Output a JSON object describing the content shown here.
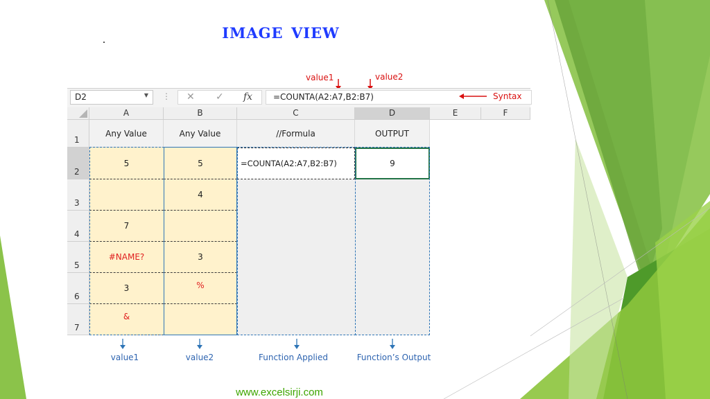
{
  "slide": {
    "title": "Image View",
    "website": "www.excelsirji.com"
  },
  "annotations": {
    "value1_top": "value1",
    "value2_top": "value2",
    "syntax": "Syntax",
    "bottom_labels": [
      "value1",
      "value2",
      "Function Applied",
      "Function’s Output"
    ]
  },
  "formula_bar": {
    "name_box": "D2",
    "fx": "fx",
    "formula": "=COUNTA(A2:A7,B2:B7)"
  },
  "sheet": {
    "columns": [
      "A",
      "B",
      "C",
      "D",
      "E",
      "F"
    ],
    "row_numbers": [
      "1",
      "2",
      "3",
      "4",
      "5",
      "6",
      "7"
    ],
    "headers": [
      "Any Value",
      "Any Value",
      "//Formula",
      "OUTPUT"
    ],
    "rows": [
      {
        "a": "5",
        "b": "5",
        "c": "=COUNTA(A2:A7,B2:B7)",
        "d": "9"
      },
      {
        "a": "",
        "b": "4",
        "c": "",
        "d": ""
      },
      {
        "a": "7",
        "b": "",
        "c": "",
        "d": ""
      },
      {
        "a": "#NAME?",
        "b": "3",
        "c": "",
        "d": ""
      },
      {
        "a": "3",
        "b": "%",
        "c": "",
        "d": ""
      },
      {
        "a": "&",
        "b": "",
        "c": "",
        "d": ""
      }
    ]
  },
  "colors": {
    "title_blue": "#1f3bff",
    "note_red": "#d91010",
    "annotation_blue": "#2e75b6",
    "data_fill": "#fff2cc",
    "selection_green": "#217346",
    "link_green": "#3da500"
  }
}
